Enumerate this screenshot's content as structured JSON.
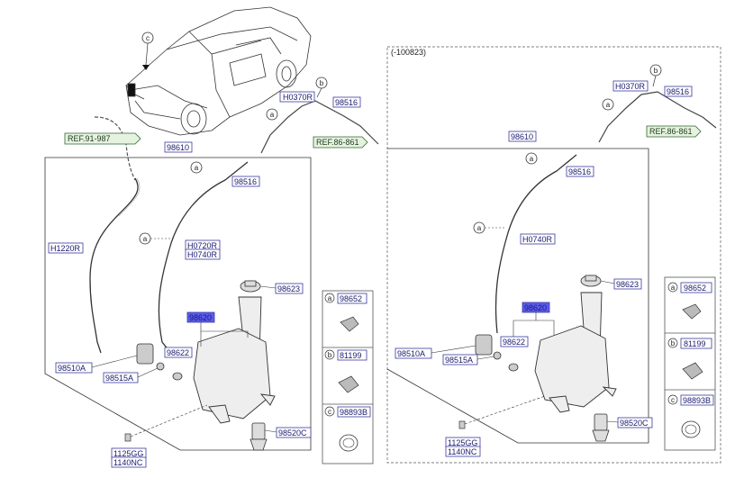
{
  "left_panel": {
    "car_callout": "c",
    "callouts": {
      "a1": "a",
      "a2": "a",
      "a3": "a",
      "b1": "b"
    },
    "labels": {
      "ref_left": "REF.91-987",
      "ref_right": "REF.86-861",
      "h0370r": "H0370R",
      "p98516_top": "98516",
      "p98610": "98610",
      "p98516_mid": "98516",
      "h1220r": "H1220R",
      "h0720r": "H0720R",
      "h0740r": "H0740R",
      "p98623": "98623",
      "p98620": "98620",
      "p98622": "98622",
      "p98510a": "98510A",
      "p98515a": "98515A",
      "p98520c": "98520C",
      "p1125gg": "1125GG",
      "p1140nc": "1140NC"
    },
    "legend": [
      {
        "key": "a",
        "part": "98652"
      },
      {
        "key": "b",
        "part": "81199"
      },
      {
        "key": "c",
        "part": "98893B"
      }
    ]
  },
  "right_panel": {
    "header": "(-100823)",
    "callouts": {
      "a1": "a",
      "a2": "a",
      "a3": "a",
      "b1": "b"
    },
    "labels": {
      "h0370r": "H0370R",
      "p98516_top": "98516",
      "ref_right": "REF.86-861",
      "p98610": "98610",
      "p98516_mid": "98516",
      "h0740r": "H0740R",
      "p98623": "98623",
      "p98620": "98620",
      "p98622": "98622",
      "p98510a": "98510A",
      "p98515a": "98515A",
      "p98520c": "98520C",
      "p1125gg": "1125GG",
      "p1140nc": "1140NC"
    },
    "legend": [
      {
        "key": "a",
        "part": "98652"
      },
      {
        "key": "b",
        "part": "81199"
      },
      {
        "key": "c",
        "part": "98893B"
      }
    ]
  },
  "colors": {
    "label_border": "#3a3aa0",
    "label_selected_fill": "#5b5bf0",
    "ref_fill": "#e6f2e0",
    "ref_border": "#2d6a2d",
    "line": "#333333"
  }
}
